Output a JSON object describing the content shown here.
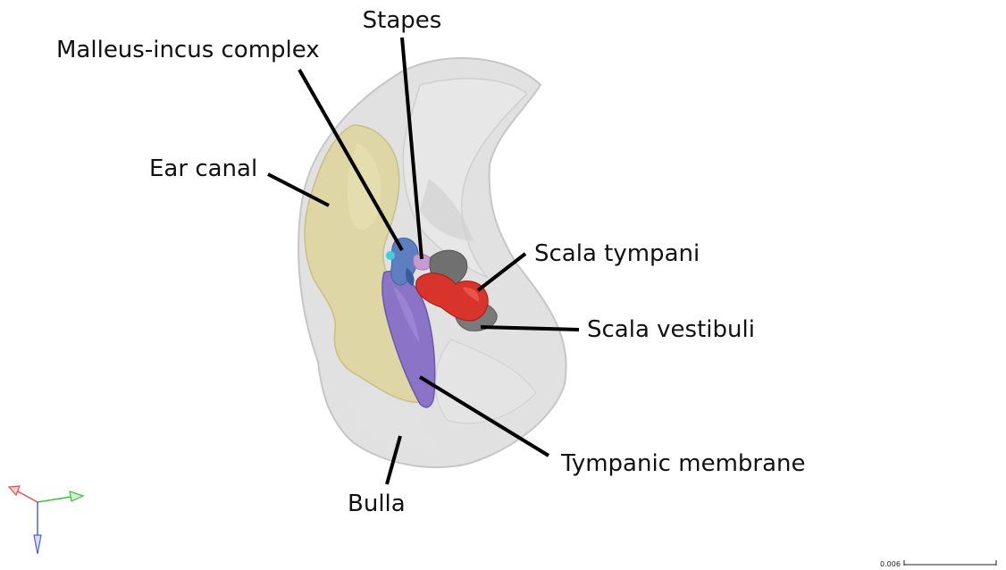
{
  "labels": {
    "stapes": "Stapes",
    "malleus_incus": "Malleus-incus complex",
    "ear_canal": "Ear canal",
    "scala_tympani": "Scala tympani",
    "scala_vestibuli": "Scala vestibuli",
    "tympanic_membrane": "Tympanic membrane",
    "bulla": "Bulla"
  },
  "scale_bar": {
    "value": "0.006"
  },
  "colors": {
    "bulla_fill": "#dcdcdc",
    "bulla_edge": "#c4c4c4",
    "ear_canal": "#ddd5a0",
    "tympanic_membrane": "#8b74c8",
    "scala_tympani": "#d8342c",
    "scala_vestibuli": "#707070",
    "malleus_incus": "#5d7fbf",
    "stapes": "#c79ad0",
    "axis_x": "#e05050",
    "axis_y": "#40c040",
    "axis_z": "#5060d8"
  },
  "axis_triad": {
    "icons": [
      "x-axis-arrow-icon",
      "y-axis-arrow-icon",
      "z-axis-arrow-icon"
    ]
  }
}
